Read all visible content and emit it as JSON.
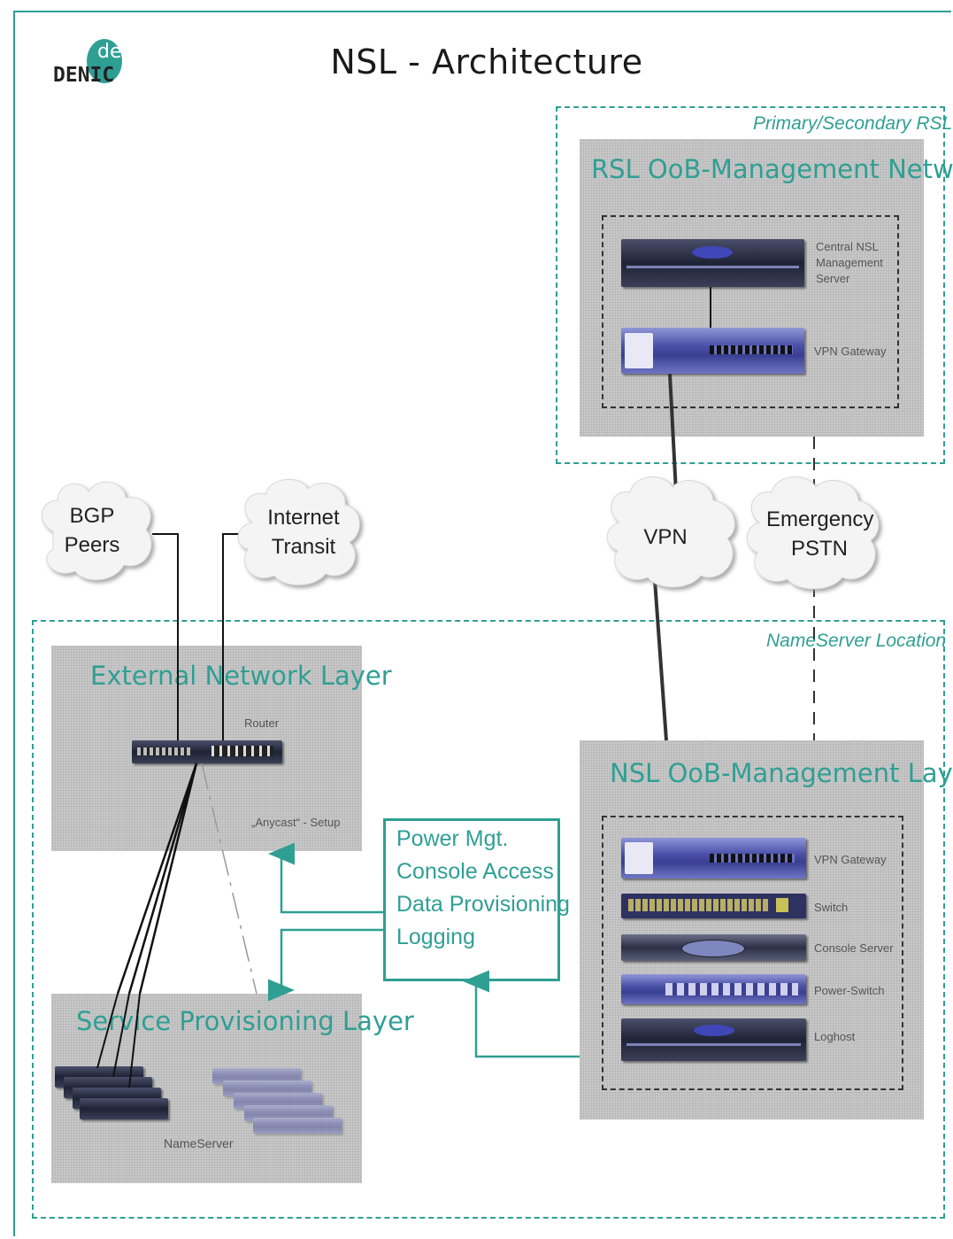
{
  "title": "NSL - Architecture",
  "logo": {
    "text_main": "DENIC",
    "text_sup": "de"
  },
  "zones": {
    "rsl": "Primary/Secondary RSL",
    "nameserver": "NameServer Location"
  },
  "layers": {
    "rsl_oob": "RSL OoB-Management Network",
    "external": "External Network Layer",
    "service": "Service Provisioning Layer",
    "nsl_oob": "NSL OoB-Management Layer"
  },
  "clouds": {
    "bgp": [
      "BGP",
      "Peers"
    ],
    "transit": [
      "Internet",
      "Transit"
    ],
    "vpn": [
      "VPN"
    ],
    "pstn": [
      "Emergency",
      "PSTN"
    ]
  },
  "rsl_devices": {
    "central": [
      "Central NSL",
      "Management",
      "Server"
    ],
    "vpn_gateway": "VPN Gateway"
  },
  "external_labels": {
    "router": "Router",
    "anycast": "„Anycast“ - Setup"
  },
  "service_labels": {
    "nameserver": "NameServer"
  },
  "functions": [
    "Power Mgt.",
    "Console Access",
    "Data Provisioning",
    "Logging"
  ],
  "nsl_devices": [
    "VPN Gateway",
    "Switch",
    "Console Server",
    "Power-Switch",
    "Loghost"
  ],
  "colors": {
    "accent": "#2f9f94",
    "layer_bg": "#c8c8c8",
    "device_blue": "#4a50a8"
  }
}
